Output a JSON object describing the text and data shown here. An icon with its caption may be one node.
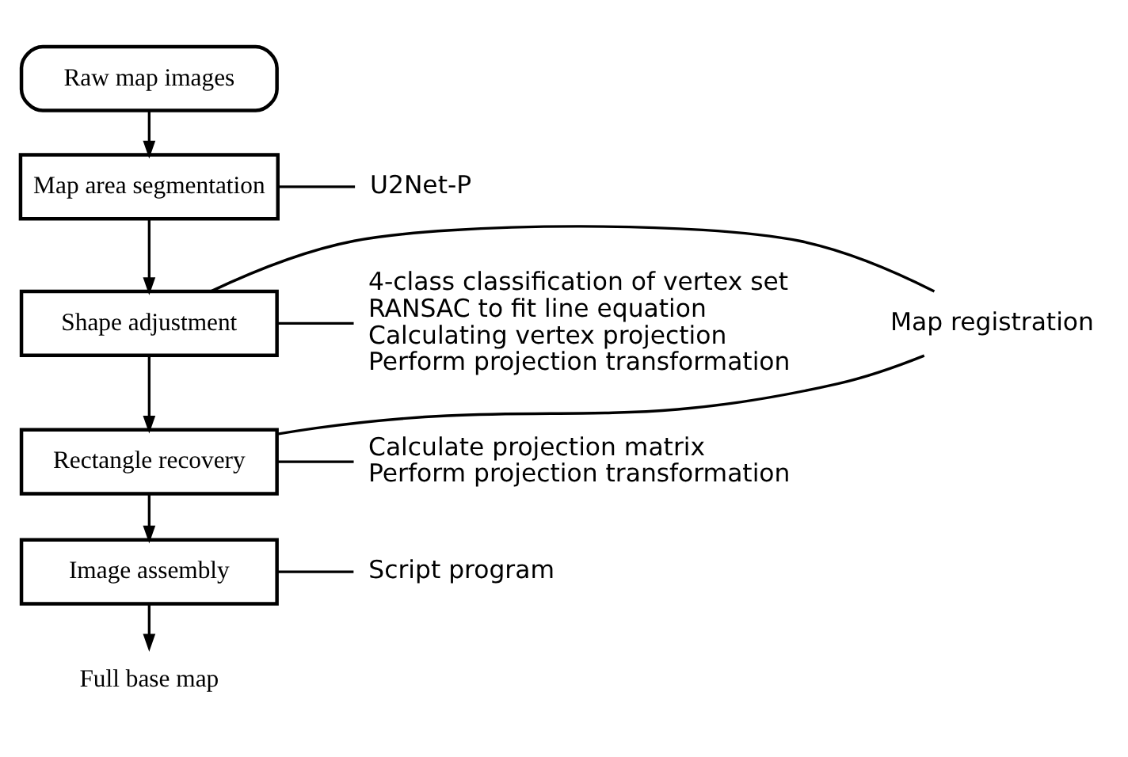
{
  "diagram": {
    "nodes": [
      {
        "text": [
          "Raw map images"
        ]
      },
      {
        "text": [
          "Map area segmentation"
        ]
      },
      {
        "text": [
          "Shape adjustment"
        ]
      },
      {
        "text": [
          "Rectangle recovery"
        ]
      },
      {
        "text": [
          "Image assembly"
        ]
      },
      {
        "text": [
          "Full base map"
        ]
      },
      {
        "text": [
          "U2Net-P"
        ]
      },
      {
        "text": [
          "4-class classification of vertex set",
          "RANSAC to fit line equation",
          "Calculating vertex projection",
          "Perform projection transformation"
        ]
      },
      {
        "text": [
          "Calculate projection matrix",
          "Perform projection transformation"
        ]
      },
      {
        "text": [
          "Map registration"
        ]
      },
      {
        "text": [
          "Script program"
        ]
      }
    ],
    "edges": [
      {
        "from": 0,
        "to": 1,
        "arrow": "to"
      },
      {
        "from": 1,
        "to": 2,
        "arrow": "to"
      },
      {
        "from": 2,
        "to": 3,
        "arrow": "to"
      },
      {
        "from": 3,
        "to": 4,
        "arrow": "to"
      },
      {
        "from": 4,
        "to": 5,
        "arrow": "to"
      },
      {
        "from": 1,
        "to": 6,
        "arrow": "none"
      },
      {
        "from": 2,
        "to": 7,
        "arrow": "none"
      },
      {
        "from": 3,
        "to": 8,
        "arrow": "none"
      },
      {
        "from": 9,
        "to": 2,
        "arrow": "none"
      },
      {
        "from": 9,
        "to": 3,
        "arrow": "none"
      },
      {
        "from": 4,
        "to": 10,
        "arrow": "none"
      }
    ]
  }
}
